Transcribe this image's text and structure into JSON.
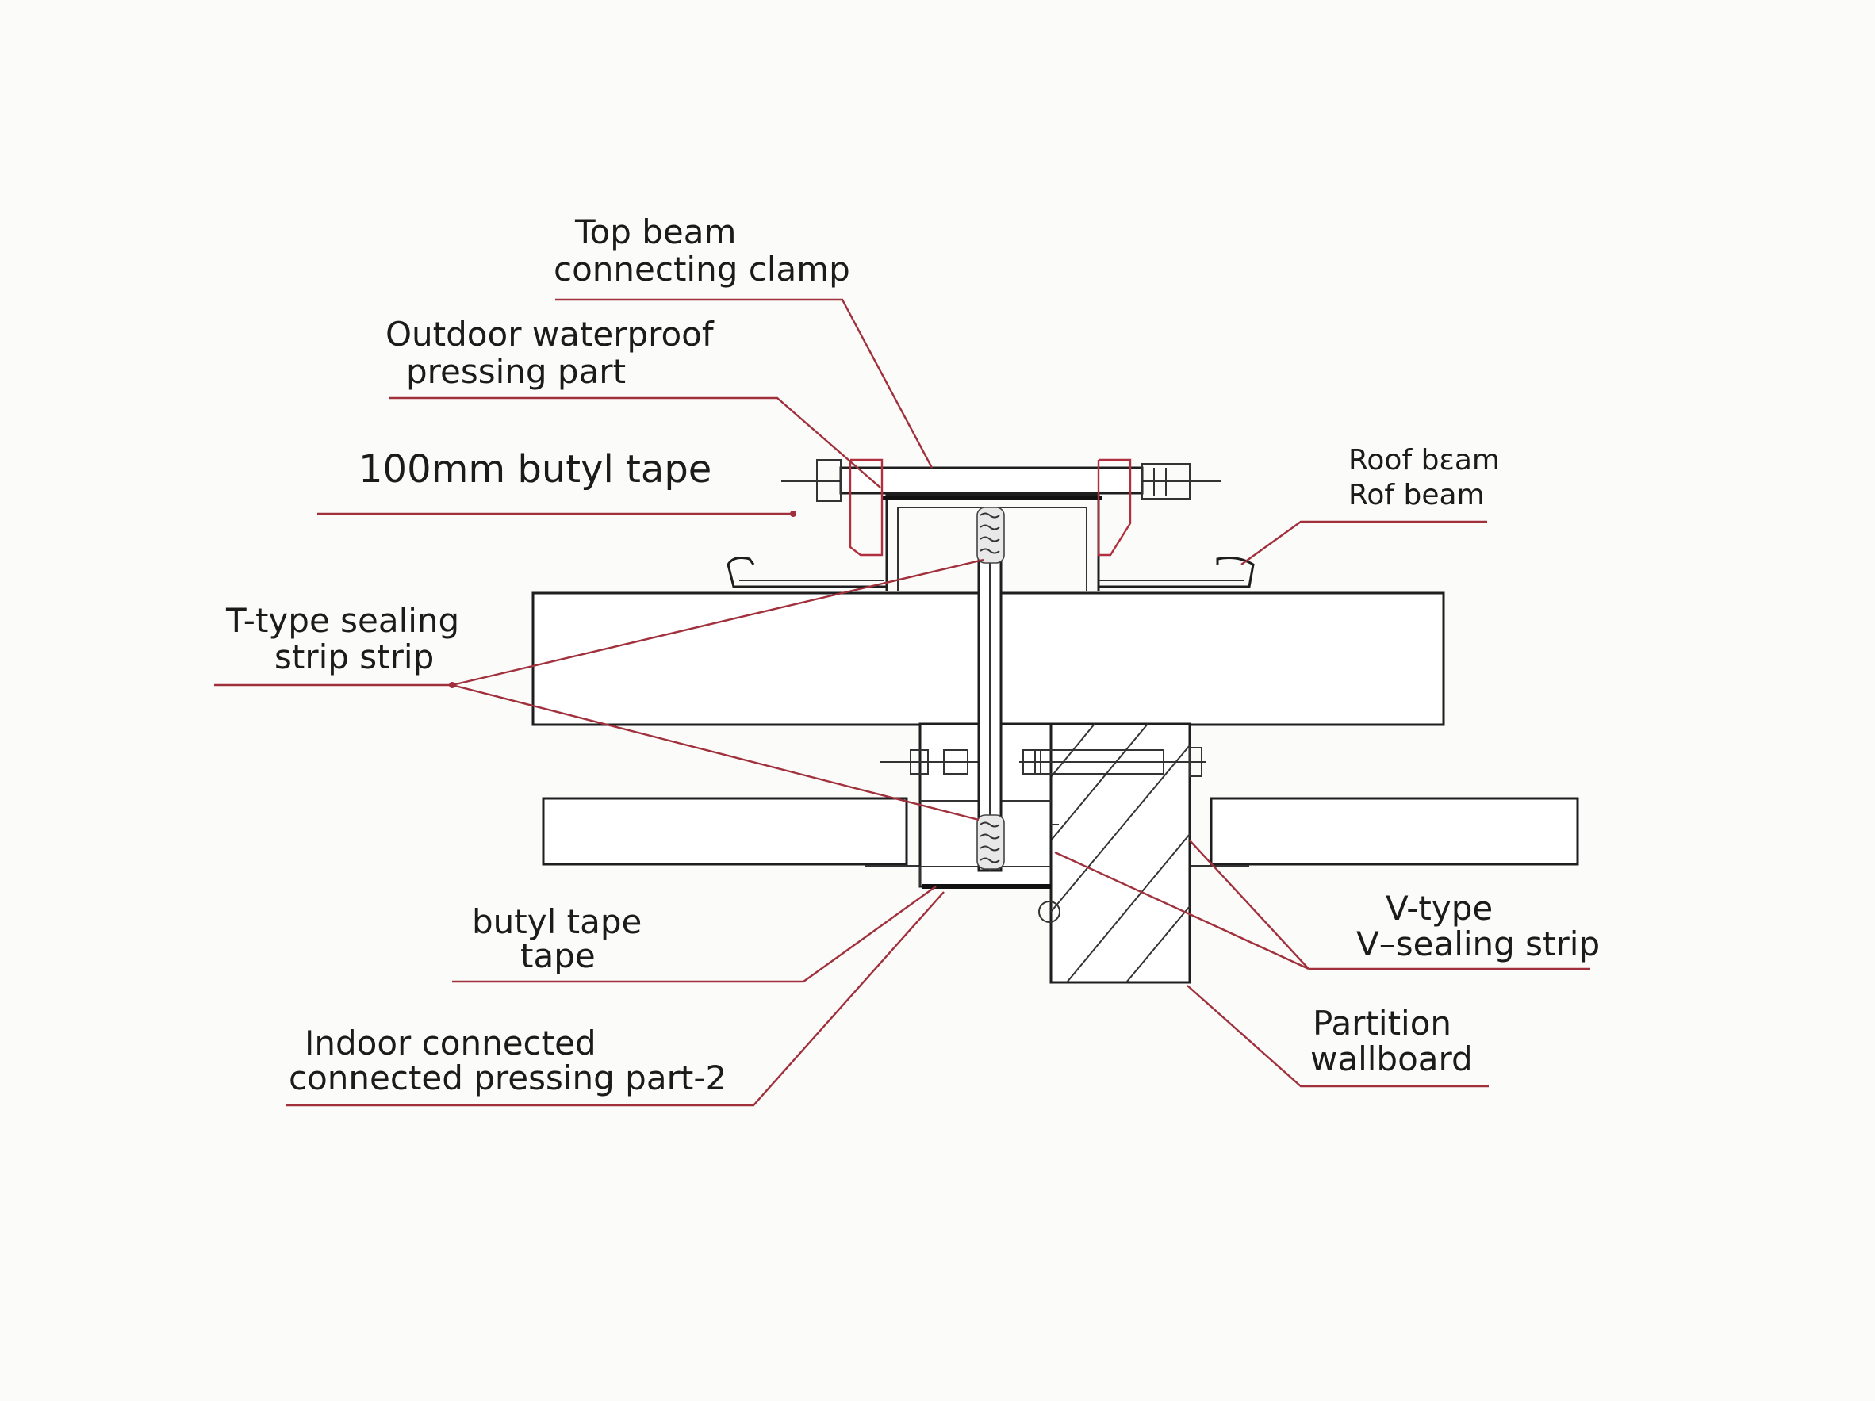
{
  "labels": {
    "top_beam_clamp_l1": "Top beam",
    "top_beam_clamp_l2": "connecting clamp",
    "outdoor_pressing_l1": "Outdoor waterproof",
    "outdoor_pressing_l2": "pressing part",
    "butyl_100": "100mm butyl tape",
    "roof_beam_l1": "Roof bɛam",
    "roof_beam_l2": "Rof beam",
    "t_seal_l1": "T-type sealing",
    "t_seal_l2": "strip strip",
    "butyl_tape_l1": "butyl tape",
    "butyl_tape_l2": "tape",
    "v_seal_l1": "V-type",
    "v_seal_l2": "V–sealing strip",
    "indoor_pressing_l1": "Indoor connected",
    "indoor_pressing_l2": "connected pressing part-2",
    "partition_l1": "Partition",
    "partition_l2": "wallboard"
  },
  "colors": {
    "leader": "#a0303c",
    "outline": "#1e1e1e",
    "background": "#fbfbf9"
  }
}
